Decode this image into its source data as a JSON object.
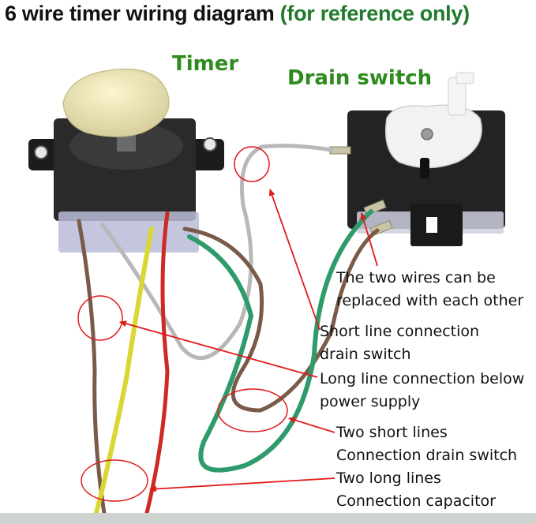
{
  "header": {
    "title": "6 wire timer wiring diagram",
    "subtitle": "(for reference only)"
  },
  "components": {
    "timer_label": "Timer",
    "drain_switch_label": "Drain switch"
  },
  "annotations": {
    "interchangeable": [
      "The two wires can be",
      "replaced with each other"
    ],
    "short_line": [
      "Short line connection",
      "drain switch"
    ],
    "long_line": [
      "Long line connection below",
      "power supply"
    ],
    "two_short": [
      "Two short lines",
      "Connection drain switch"
    ],
    "two_long": [
      "Two long lines",
      "Connection capacitor"
    ]
  },
  "colors": {
    "title_text": "#111111",
    "subtitle_text": "#1f7a2c",
    "component_label": "#2e8b1e",
    "callout_arrow": "#e01b1b",
    "wire_brown": "#7a5a48",
    "wire_gray": "#b8b8b8",
    "wire_yellow": "#d9d733",
    "wire_red": "#cc2a22",
    "wire_green": "#2f9a6c"
  }
}
